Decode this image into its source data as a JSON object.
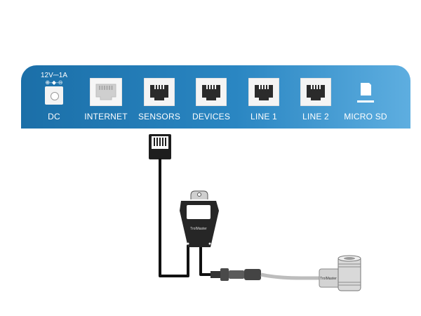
{
  "panel": {
    "dc": {
      "rating": "12V⎓1A",
      "polarity": "⊕-◆-⊖",
      "label": "DC"
    },
    "ports": [
      {
        "id": "internet",
        "label": "INTERNET"
      },
      {
        "id": "sensors",
        "label": "SENSORS"
      },
      {
        "id": "devices",
        "label": "DEVICES"
      },
      {
        "id": "line1",
        "label": "LINE 1"
      },
      {
        "id": "line2",
        "label": "LINE 2"
      }
    ],
    "microsd": {
      "label": "MICRO SD"
    }
  },
  "device": {
    "brand": "TrolMaster"
  },
  "sensor": {
    "brand": "TrolMaster"
  },
  "colors": {
    "panel_left": "#1b6fa8",
    "panel_right": "#5eaee0",
    "cable": "#111111",
    "hub_body": "#262626",
    "sensor_body": "#d9d9d9"
  }
}
